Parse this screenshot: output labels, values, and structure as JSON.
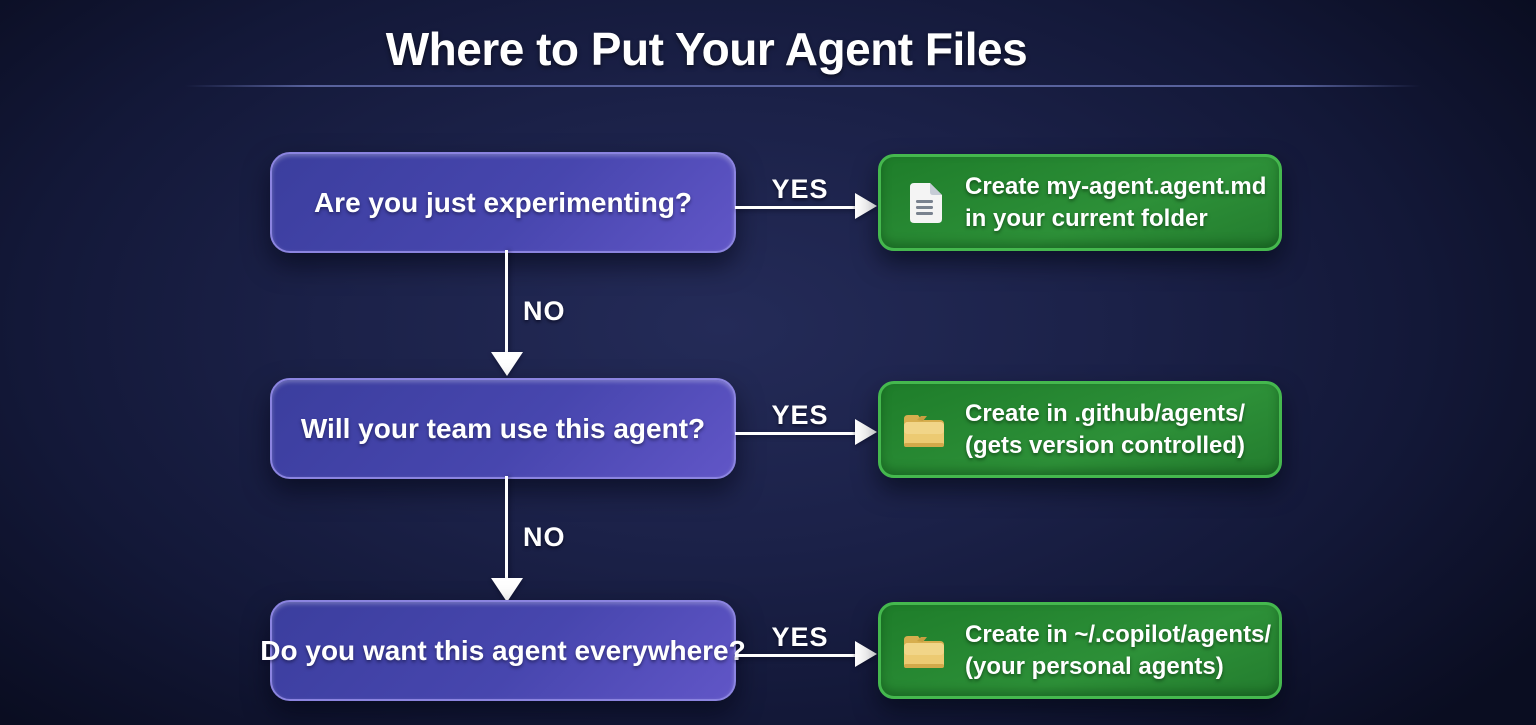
{
  "title": "Where to Put Your Agent Files",
  "flow": {
    "yes_label": "YES",
    "no_label": "NO",
    "rows": [
      {
        "question": "Are you just experimenting?",
        "icon": "document-icon",
        "answer_line1": "Create my-agent.agent.md",
        "answer_line2": "in your current folder"
      },
      {
        "question": "Will your team use this agent?",
        "icon": "folder-icon",
        "answer_line1": "Create in .github/agents/",
        "answer_line2": "(gets version controlled)"
      },
      {
        "question": "Do you want this agent everywhere?",
        "icon": "folder-icon",
        "answer_line1": "Create in ~/.copilot/agents/",
        "answer_line2": "(your personal agents)"
      }
    ]
  },
  "colors": {
    "question_fill_start": "#3b3e9e",
    "question_fill_end": "#6156c7",
    "question_border": "#8b84e0",
    "answer_fill_start": "#1e7d2a",
    "answer_fill_end": "#2d9038",
    "answer_border": "#45b84e",
    "arrow": "#ffffff",
    "folder_icon": "#e9c86d",
    "document_icon": "#f4f4f4"
  }
}
